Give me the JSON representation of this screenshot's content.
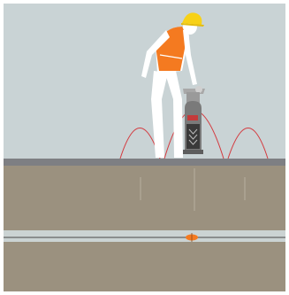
{
  "scene": {
    "colors": {
      "sky": "#c9d3d5",
      "ground_surface": "#7e7f83",
      "soil": "#9b917f",
      "soil_deep": "#8f8775",
      "pipe_band": "#cbd3d3",
      "signal_wave": "#d43a3f",
      "worker_skin": "#ffffff",
      "helmet": "#f7d117",
      "vest": "#f47a20",
      "locator_body": "#7a7a7a",
      "locator_label": "#3a3a3a",
      "cable": "#4a4a4a",
      "fault_marker": "#f47a20"
    },
    "icons": {
      "worker": "worker-figure",
      "device": "cable-locator-device",
      "wave": "signal-arc-icon",
      "fault": "cable-fault-marker"
    }
  }
}
